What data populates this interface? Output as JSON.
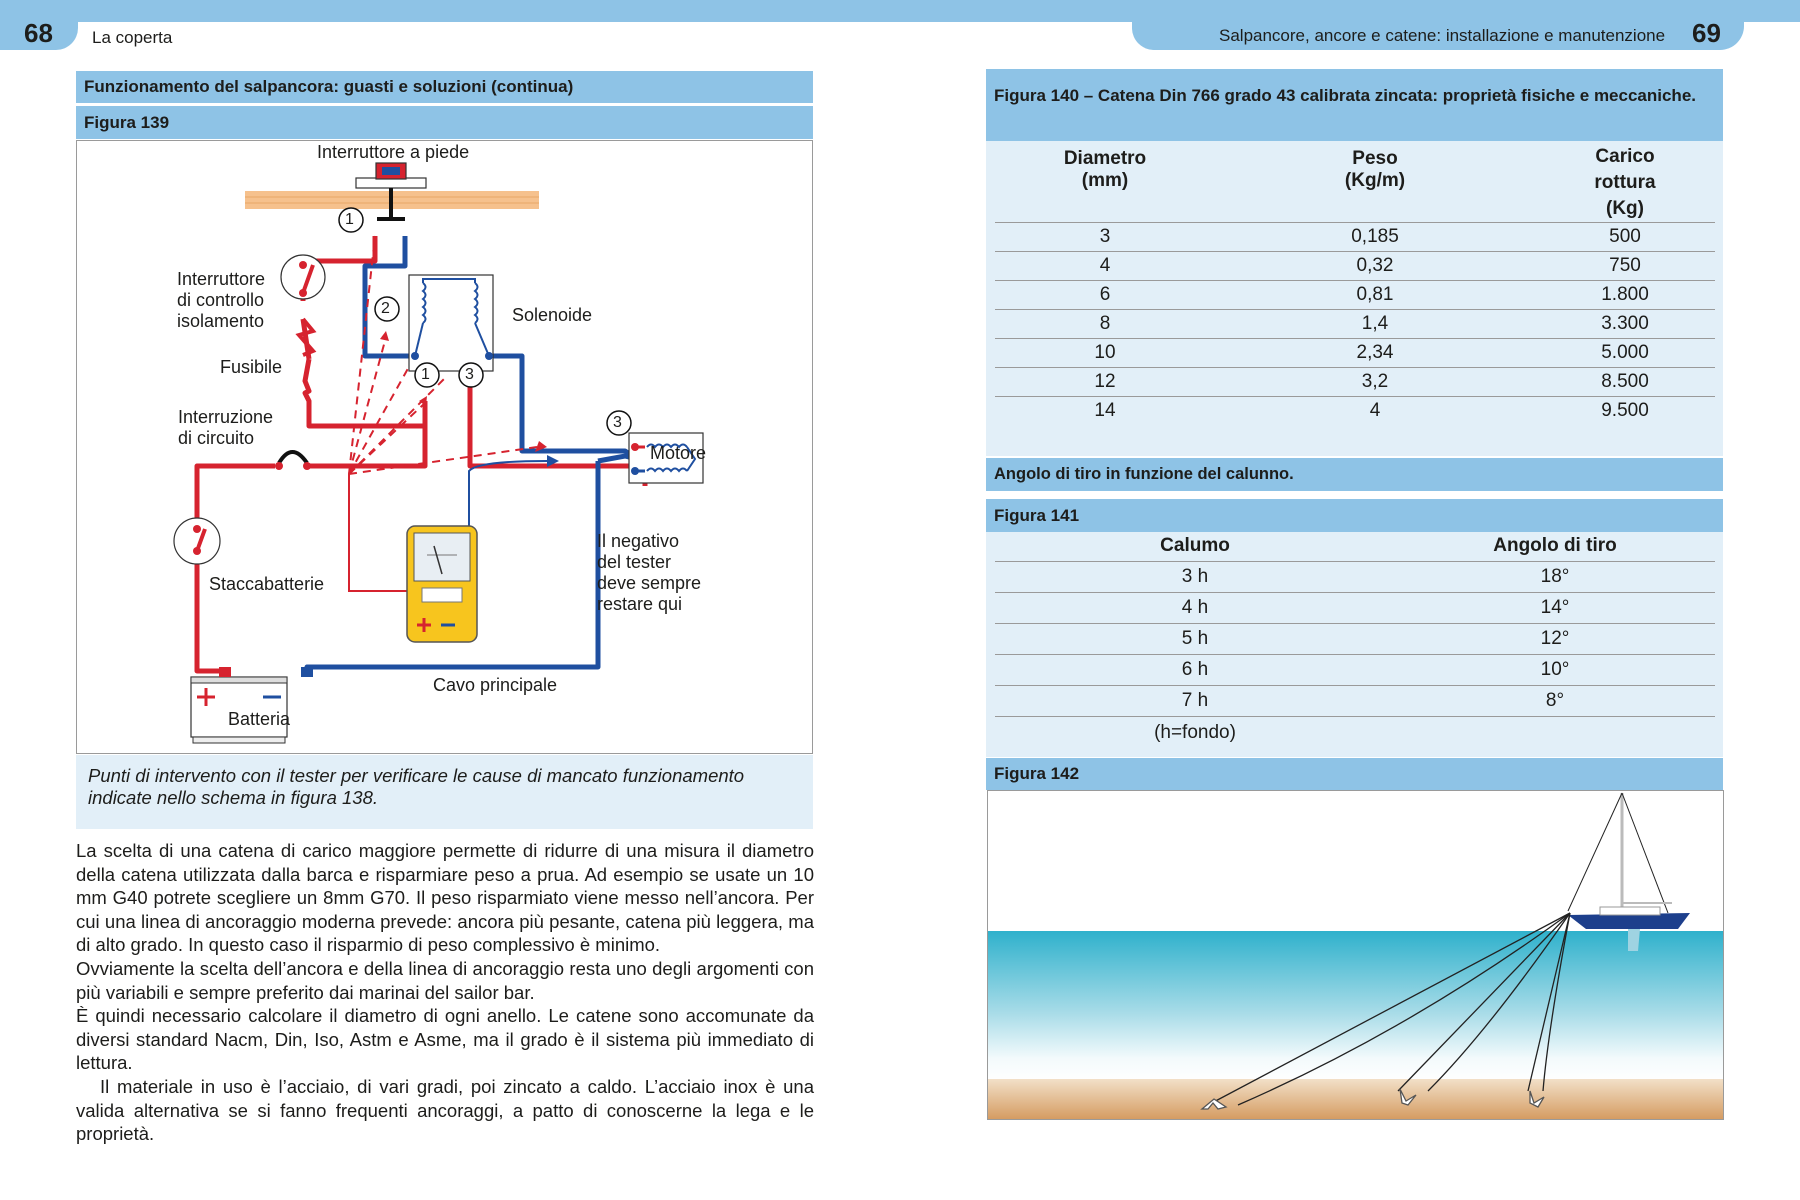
{
  "header": {
    "left_page_number": "68",
    "left_running_head": "La coperta",
    "right_running_head": "Salpancore, ancore e catene: installazione e manutenzione",
    "right_page_number": "69"
  },
  "left": {
    "section_title": "Funzionamento del salpancora: guasti e soluzioni (continua)",
    "figure_label": "Figura 139",
    "diagram_labels": {
      "foot_switch": "Interruttore a piede",
      "isolation_switch": "Interruttore\ndi controllo\nisolamento",
      "fuse": "Fusibile",
      "circuit_breaker": "Interruzione\ndi circuito",
      "battery_switch": "Staccabatterie",
      "battery": "Batteria",
      "solenoid": "Solenoide",
      "motor": "Motore",
      "tester_note": "Il negativo\ndel tester\ndeve sempre\nrestare qui",
      "main_cable": "Cavo principale",
      "n1_top": "1",
      "n2": "2",
      "n1_sol": "1",
      "n3_sol": "3",
      "n3_motor": "3"
    },
    "caption": "Punti di intervento con il tester per verificare le cause di mancato funzionamento indicate nello schema in figura 138.",
    "body_paragraphs": [
      "La scelta di una catena di carico maggiore permette di ridurre di una misura il diametro della catena utilizzata dalla barca e risparmiare peso a prua. Ad esempio se usate un 10 mm G40 potrete scegliere un 8mm G70. Il peso risparmiato viene messo nell’ancora. Per cui una linea di ancoraggio moderna prevede: ancora più pesante, catena più leggera, ma di alto grado. In questo caso il risparmio di peso complessivo è minimo.",
      "Ovviamente la scelta dell’ancora e della linea di ancoraggio resta uno degli argomenti con più variabili e sempre preferito dai marinai del sailor bar.",
      "È quindi necessario calcolare il diametro di ogni anello. Le catene sono accomunate da diversi standard Nacm, Din, Iso, Astm e Asme, ma il grado è il sistema più immediato di lettura.",
      "Il materiale in uso è l’acciaio, di vari gradi, poi zincato a caldo. L’acciaio inox è una valida alternativa se si fanno frequenti ancoraggi, a patto di conoscerne la lega e le proprietà."
    ]
  },
  "right": {
    "figure_140_title": "Figura 140 – Catena Din 766 grado 43 calibrata zincata: proprietà fisiche e meccaniche.",
    "table_140": {
      "headers": [
        "Diametro\n(mm)",
        "Peso\n(Kg/m)",
        "Carico\nrottura\n(Kg)"
      ],
      "rows": [
        [
          "3",
          "0,185",
          "500"
        ],
        [
          "4",
          "0,32",
          "750"
        ],
        [
          "6",
          "0,81",
          "1.800"
        ],
        [
          "8",
          "1,4",
          "3.300"
        ],
        [
          "10",
          "2,34",
          "5.000"
        ],
        [
          "12",
          "3,2",
          "8.500"
        ],
        [
          "14",
          "4",
          "9.500"
        ]
      ]
    },
    "angle_title": "Angolo di tiro in funzione del calunno.",
    "figure_141_label": "Figura 141",
    "table_141": {
      "headers": [
        "Calumo",
        "Angolo di tiro"
      ],
      "rows": [
        [
          "3 h",
          "18°"
        ],
        [
          "4 h",
          "14°"
        ],
        [
          "5 h",
          "12°"
        ],
        [
          "6 h",
          "10°"
        ],
        [
          "7 h",
          "8°"
        ]
      ],
      "note": "(h=fondo)"
    },
    "figure_142_label": "Figura 142"
  },
  "colors": {
    "band_blue": "#8ec3e6",
    "panel_light": "#e2eff8",
    "wire_red": "#d6232f",
    "wire_blue": "#1f4fa0",
    "tester_yellow": "#f7c51e"
  }
}
